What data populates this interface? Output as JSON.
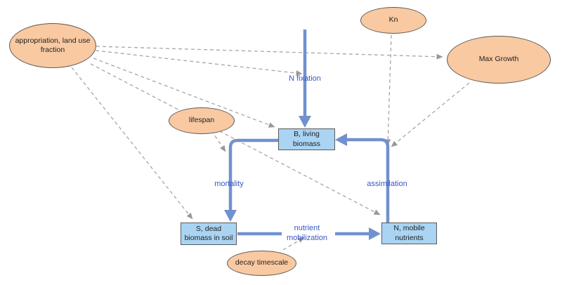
{
  "nodes": {
    "appropriation": {
      "label": "appropriation, land use\nfraction"
    },
    "kn": {
      "label": "Kn"
    },
    "max_growth": {
      "label": "Max Growth"
    },
    "lifespan": {
      "label": "lifespan"
    },
    "decay_timescale": {
      "label": "decay timescale"
    },
    "living_biomass": {
      "label": "B, living\nbiomass"
    },
    "dead_biomass": {
      "label": "S, dead\nbiomass in soil"
    },
    "mobile_nutrients": {
      "label": "N, mobile\nnutrients"
    }
  },
  "flows": {
    "n_fixation": {
      "label": "N fixation"
    },
    "mortality": {
      "label": "mortality"
    },
    "assimilation": {
      "label": "assimilation"
    },
    "nutrient_mobilization": {
      "label": "nutrient\nmobilization"
    }
  },
  "colors": {
    "background": "#FFFFFF",
    "variable_fill": "#F9C9A1",
    "node_stroke": "#5A5A5A",
    "stock_fill": "#A9D4F3",
    "stock_stroke": "#5A5A5A",
    "flow_pipe": "#7191CE",
    "flow_label": "#3A56C5",
    "influence_line": "#A6A6A6",
    "influence_arrow": "#999999",
    "node_text": "#1F1F1F"
  }
}
